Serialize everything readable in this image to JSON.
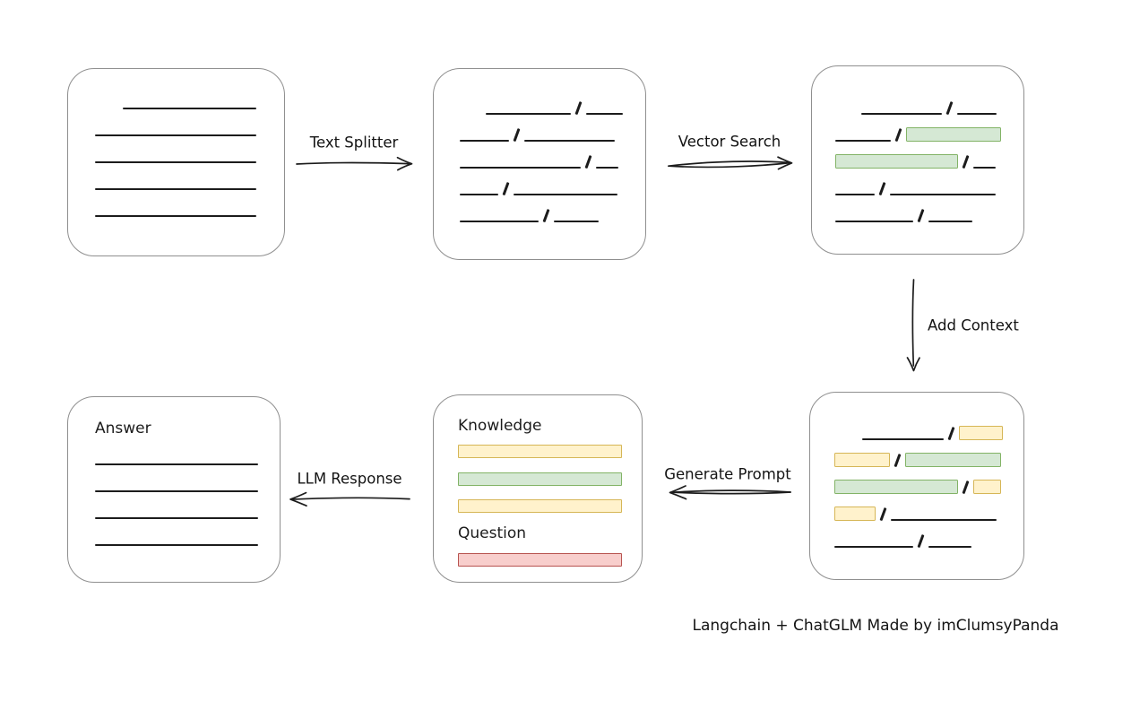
{
  "diagram": {
    "caption": "Langchain + ChatGLM Made by imClumsyPanda",
    "colors": {
      "ink": "#1c1c1c",
      "box_border": "#8f8f8f",
      "green_fill": "#d5e8d4",
      "green_border": "#82b366",
      "yellow_fill": "#fff2cc",
      "yellow_border": "#d6b656",
      "red_fill": "#f8cecc",
      "red_border": "#b85450"
    },
    "arrow_labels": {
      "text_splitter": "Text Splitter",
      "vector_search": "Vector Search",
      "add_context": "Add Context",
      "generate_prompt": "Generate Prompt",
      "llm_response": "LLM Response"
    },
    "boxes": {
      "document": {
        "rows": [
          {
            "indent": 31,
            "items": [
              {
                "t": "line",
                "w": 149
              }
            ]
          },
          {
            "items": [
              {
                "t": "line",
                "w": 180
              }
            ]
          },
          {
            "items": [
              {
                "t": "line",
                "w": 180
              }
            ]
          },
          {
            "items": [
              {
                "t": "line",
                "w": 180
              }
            ]
          },
          {
            "items": [
              {
                "t": "line",
                "w": 180
              }
            ]
          }
        ]
      },
      "split_text": {
        "rows": [
          {
            "indent": 29,
            "items": [
              {
                "t": "line",
                "w": 95
              },
              {
                "t": "slash"
              },
              {
                "t": "line",
                "w": 41
              }
            ]
          },
          {
            "items": [
              {
                "t": "line",
                "w": 55
              },
              {
                "t": "slash"
              },
              {
                "t": "line",
                "w": 101
              }
            ]
          },
          {
            "items": [
              {
                "t": "line",
                "w": 135
              },
              {
                "t": "slash"
              },
              {
                "t": "line",
                "w": 25
              }
            ]
          },
          {
            "items": [
              {
                "t": "line",
                "w": 43
              },
              {
                "t": "slash"
              },
              {
                "t": "line",
                "w": 116
              }
            ]
          },
          {
            "items": [
              {
                "t": "line",
                "w": 88
              },
              {
                "t": "slash"
              },
              {
                "t": "line",
                "w": 50
              }
            ]
          }
        ]
      },
      "vector_matches": {
        "rows": [
          {
            "indent": 29,
            "items": [
              {
                "t": "line",
                "w": 90
              },
              {
                "t": "slash"
              },
              {
                "t": "line",
                "w": 44
              }
            ]
          },
          {
            "items": [
              {
                "t": "line",
                "w": 62
              },
              {
                "t": "slash"
              },
              {
                "t": "chip",
                "c": "green",
                "w": 106
              }
            ]
          },
          {
            "items": [
              {
                "t": "chip",
                "c": "green",
                "w": 137
              },
              {
                "t": "slash"
              },
              {
                "t": "line",
                "w": 25
              }
            ]
          },
          {
            "items": [
              {
                "t": "line",
                "w": 44
              },
              {
                "t": "slash"
              },
              {
                "t": "line",
                "w": 118
              }
            ]
          },
          {
            "items": [
              {
                "t": "line",
                "w": 87
              },
              {
                "t": "slash"
              },
              {
                "t": "line",
                "w": 49
              }
            ]
          }
        ]
      },
      "context": {
        "rows": [
          {
            "indent": 31,
            "items": [
              {
                "t": "line",
                "w": 91
              },
              {
                "t": "slash"
              },
              {
                "t": "chip",
                "c": "yellow",
                "w": 49
              }
            ]
          },
          {
            "items": [
              {
                "t": "chip",
                "c": "yellow",
                "w": 62
              },
              {
                "t": "slash"
              },
              {
                "t": "chip",
                "c": "green",
                "w": 107
              }
            ]
          },
          {
            "items": [
              {
                "t": "chip",
                "c": "green",
                "w": 138
              },
              {
                "t": "slash"
              },
              {
                "t": "chip",
                "c": "yellow",
                "w": 31
              }
            ]
          },
          {
            "items": [
              {
                "t": "chip",
                "c": "yellow",
                "w": 46
              },
              {
                "t": "slash"
              },
              {
                "t": "line",
                "w": 118
              }
            ]
          },
          {
            "items": [
              {
                "t": "line",
                "w": 88
              },
              {
                "t": "slash"
              },
              {
                "t": "line",
                "w": 48
              }
            ]
          }
        ]
      },
      "prompt": {
        "knowledge_label": "Knowledge",
        "knowledge_bars": [
          "yellow",
          "green",
          "yellow"
        ],
        "question_label": "Question",
        "question_bars": [
          "red"
        ]
      },
      "answer": {
        "label": "Answer",
        "rows": [
          {
            "items": [
              {
                "t": "line",
                "w": 182
              }
            ]
          },
          {
            "items": [
              {
                "t": "line",
                "w": 182
              }
            ]
          },
          {
            "items": [
              {
                "t": "line",
                "w": 182
              }
            ]
          },
          {
            "items": [
              {
                "t": "line",
                "w": 182
              }
            ]
          }
        ]
      }
    }
  }
}
